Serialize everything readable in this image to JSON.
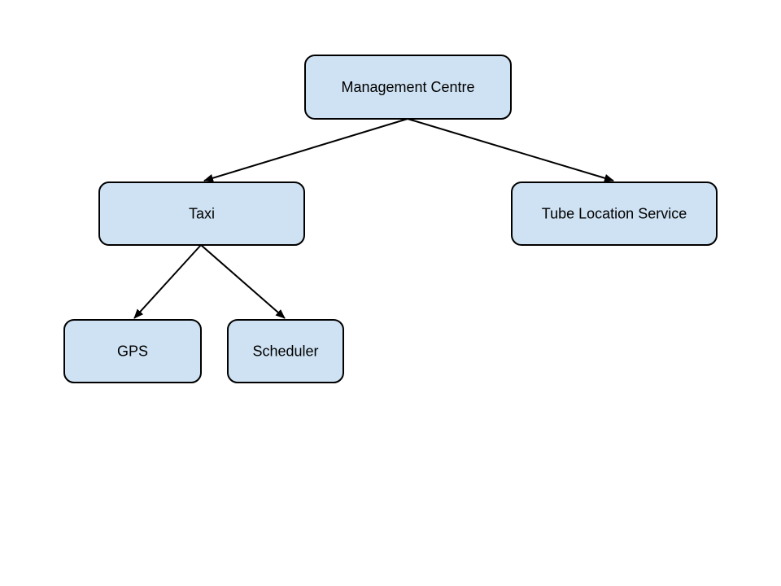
{
  "colors": {
    "node_fill": "#cfe2f3",
    "node_stroke": "#000000",
    "edge": "#000000",
    "background": "#ffffff"
  },
  "nodes": [
    {
      "id": "management-centre",
      "label": "Management Centre"
    },
    {
      "id": "taxi",
      "label": "Taxi"
    },
    {
      "id": "tube-location-service",
      "label": "Tube Location Service"
    },
    {
      "id": "gps",
      "label": "GPS"
    },
    {
      "id": "scheduler",
      "label": "Scheduler"
    }
  ],
  "edges": [
    {
      "from": "management-centre",
      "to": "taxi"
    },
    {
      "from": "management-centre",
      "to": "tube-location-service"
    },
    {
      "from": "taxi",
      "to": "gps"
    },
    {
      "from": "taxi",
      "to": "scheduler"
    }
  ]
}
